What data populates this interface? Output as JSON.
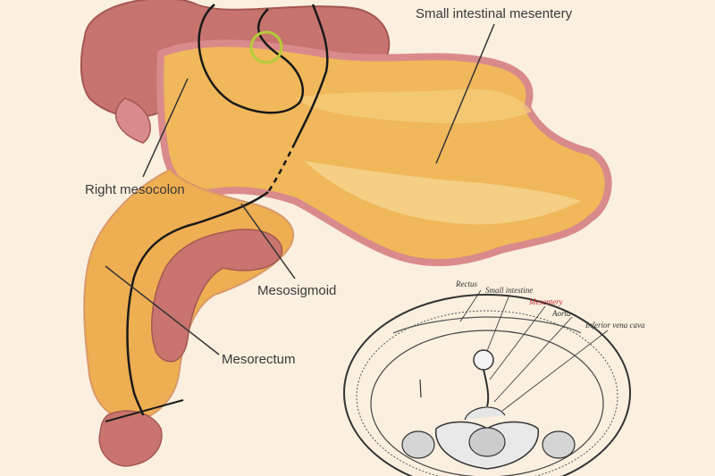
{
  "labels": {
    "small_intestinal_mesentery": "Small intestinal mesentery",
    "right_mesocolon": "Right mesocolon",
    "mesosigmoid": "Mesosigmoid",
    "mesorectum": "Mesorectum"
  },
  "cross_section_labels": {
    "rectus": "Rectus",
    "small_intestine": "Small intestine",
    "mesentery": "Mesentery",
    "aorta": "Aorta",
    "inferior_vena_cava": "Inferior vena cava"
  },
  "colors": {
    "background": "#fbefe0",
    "mesentery_fat": "#f0b85a",
    "bowel_wall": "#d98a8a",
    "highlight": "#b5cc39",
    "mesentery_label_red": "#c0282d"
  }
}
